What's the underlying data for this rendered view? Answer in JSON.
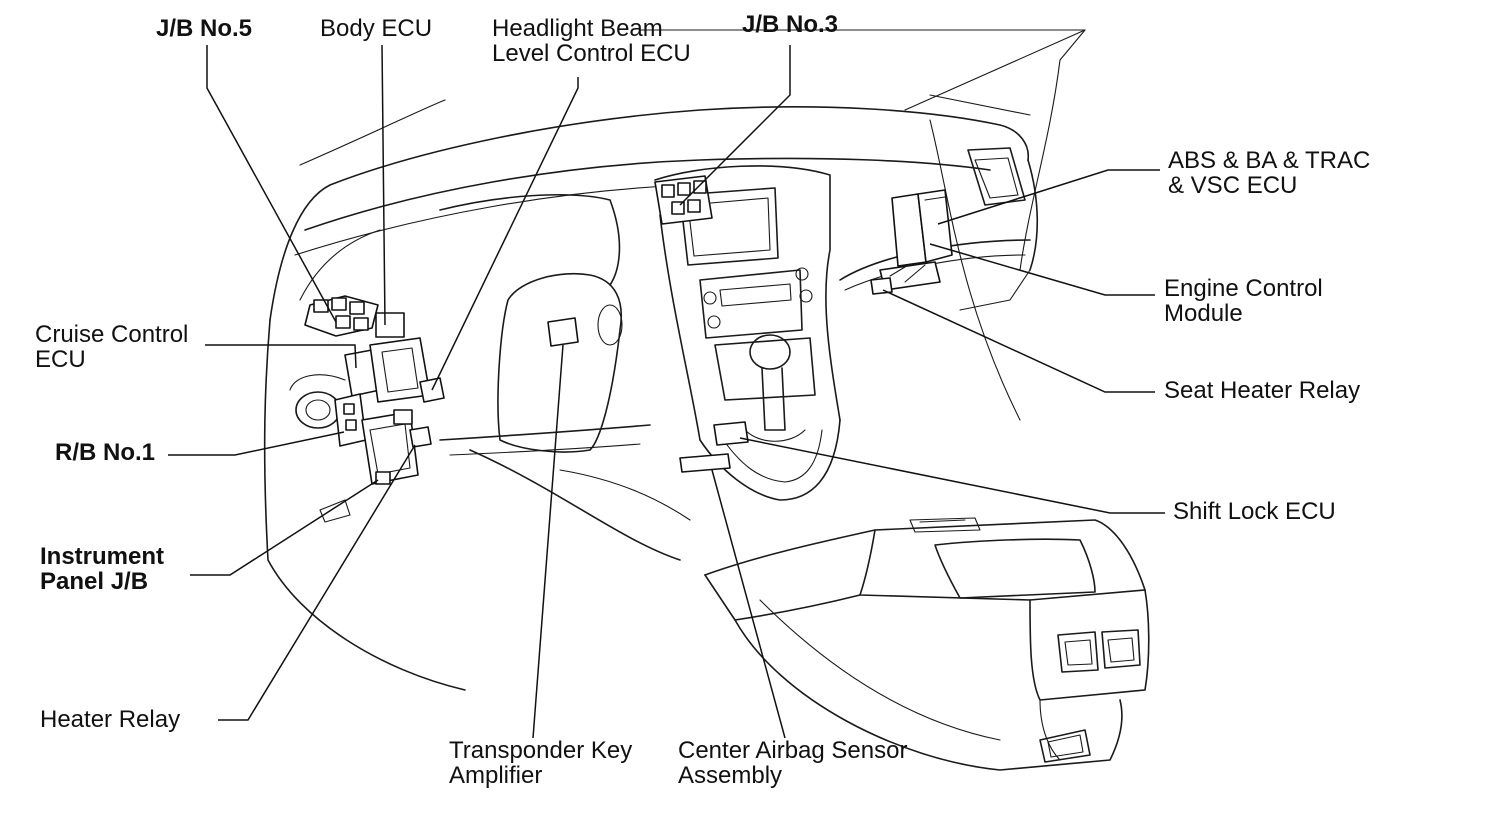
{
  "labels": {
    "jb5": "J/B No.5",
    "body_ecu": "Body ECU",
    "headlight_line1": "Headlight Beam",
    "headlight_line2": "Level Control ECU",
    "jb3": "J/B No.3",
    "abs_line1": "ABS & BA & TRAC",
    "abs_line2": "& VSC ECU",
    "ecm_line1": "Engine Control",
    "ecm_line2": "Module",
    "seat_heater": "Seat Heater Relay",
    "shift_lock": "Shift Lock ECU",
    "cruise_line1": "Cruise Control",
    "cruise_line2": "ECU",
    "rb1": "R/B No.1",
    "ipjb_line1": "Instrument",
    "ipjb_line2": "Panel J/B",
    "heater_relay": "Heater Relay",
    "transponder_line1": "Transponder Key",
    "transponder_line2": "Amplifier",
    "airbag_line1": "Center Airbag Sensor",
    "airbag_line2": "Assembly"
  }
}
